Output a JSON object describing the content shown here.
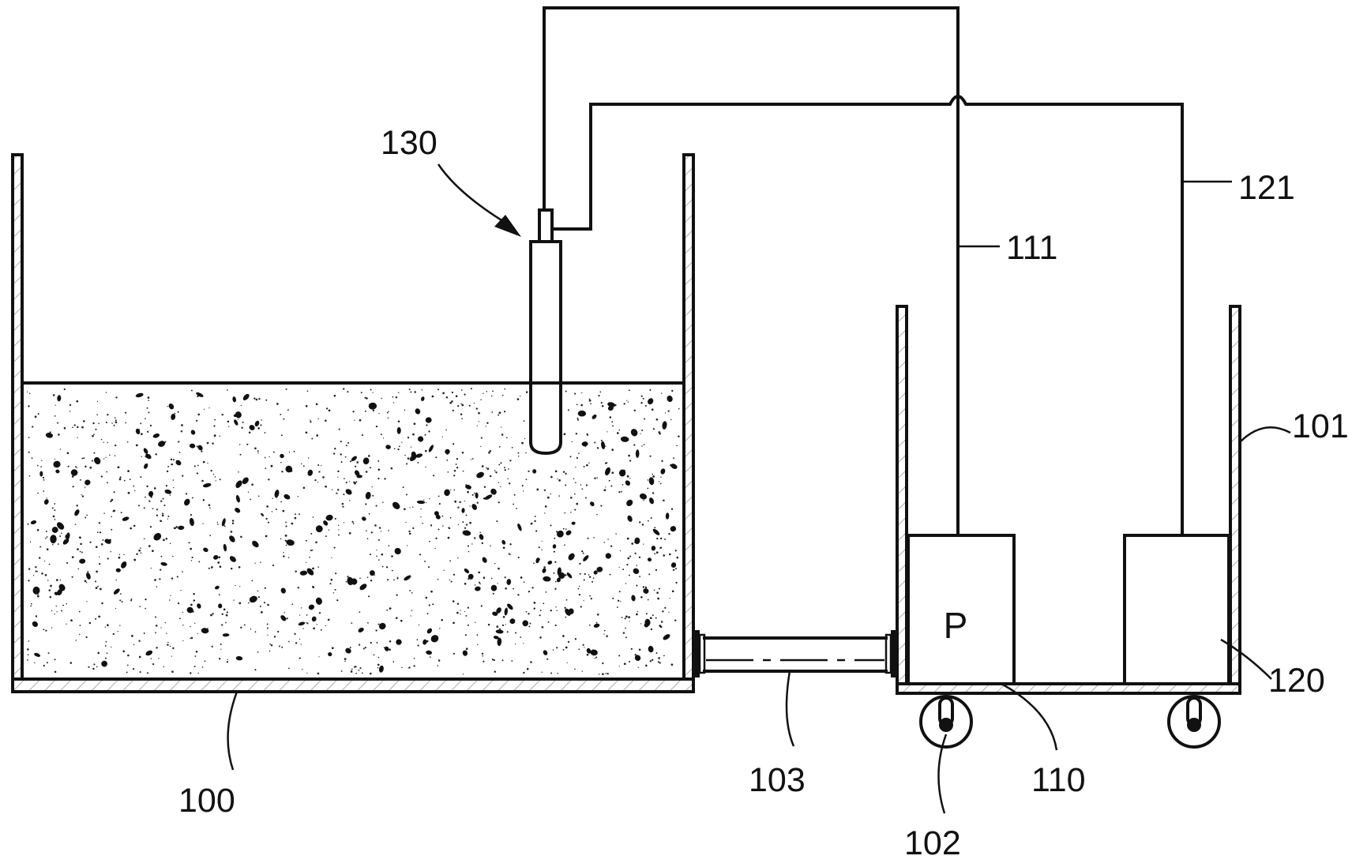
{
  "labels": {
    "container_100": "100",
    "carrier_101": "101",
    "wheels_102": "102",
    "hose_103": "103",
    "pump_110": "110",
    "line_111": "111",
    "unit_120": "120",
    "line_121": "121",
    "probe_130": "130"
  },
  "pump": {
    "letter": "P"
  }
}
